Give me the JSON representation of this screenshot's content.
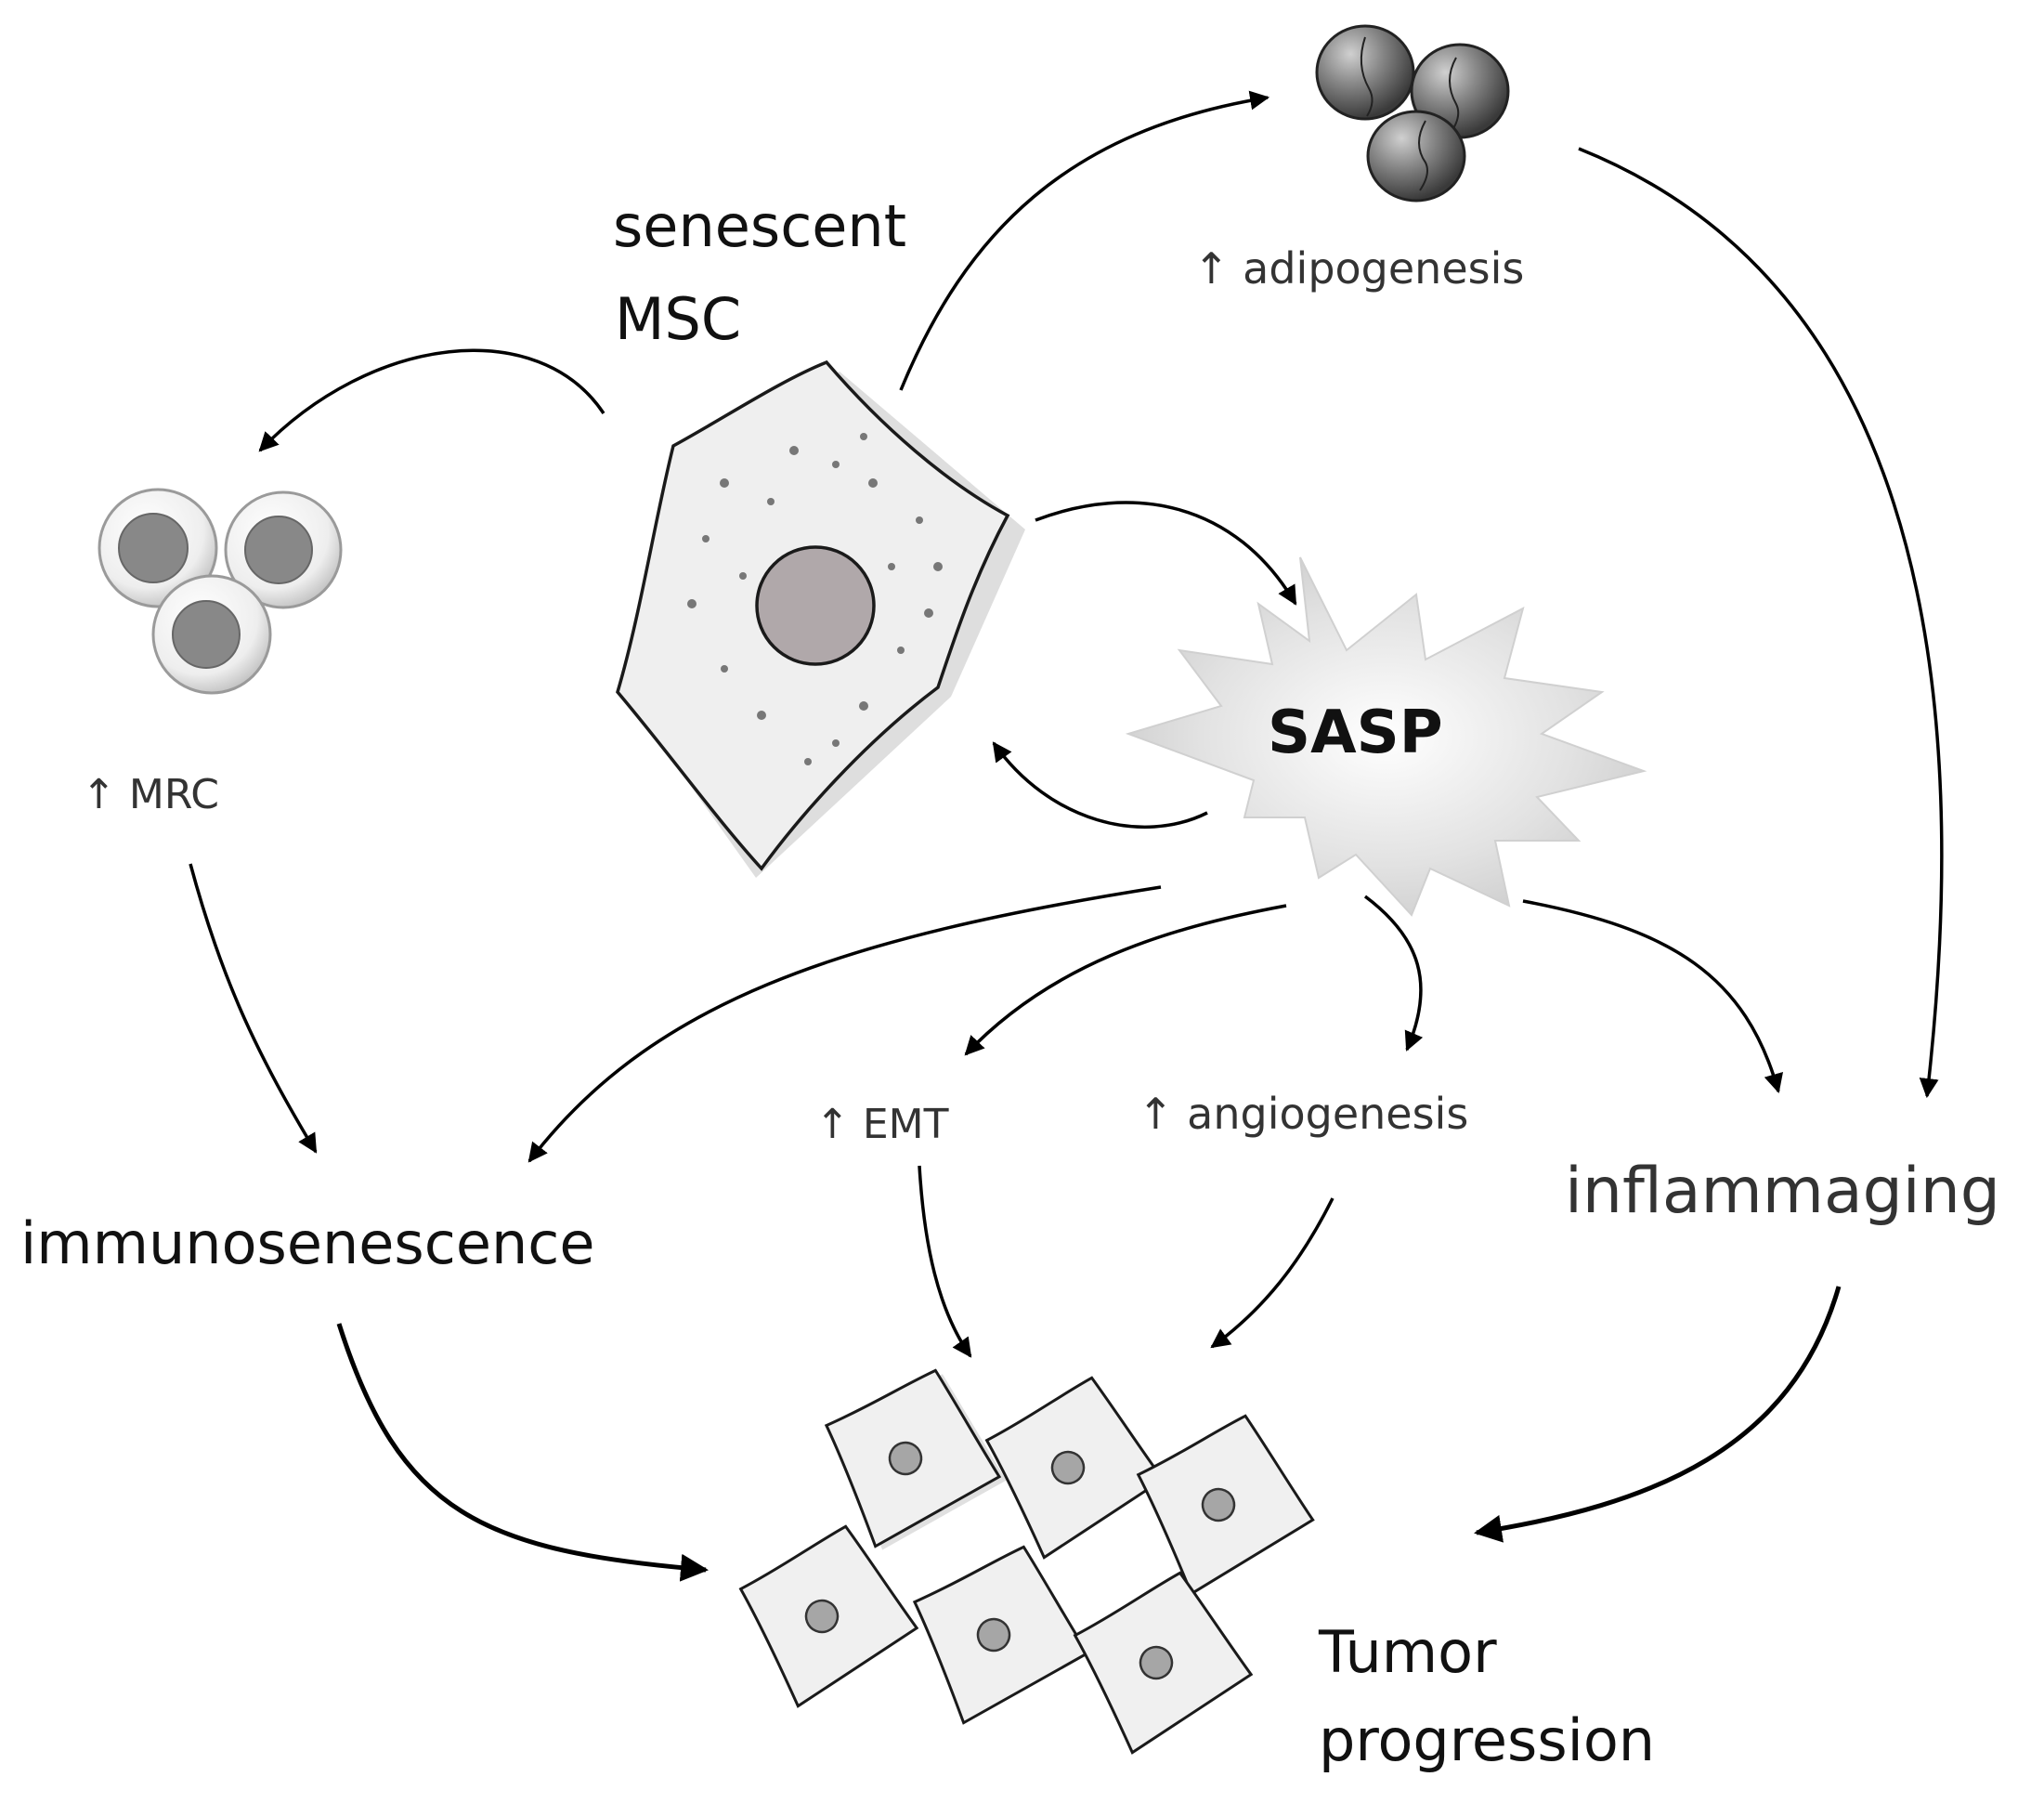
{
  "labels": {
    "senescent": "senescent",
    "msc": "MSC",
    "adipogenesis": "↑ adipogenesis",
    "mrc": "↑  MRC",
    "sasp": "SASP",
    "emt": "↑ EMT",
    "angiogenesis": "↑ angiogenesis",
    "immunosenescence": "immunosenescence",
    "inflammaging": "inflammaging",
    "tumor": "Tumor",
    "progression": "progression"
  }
}
